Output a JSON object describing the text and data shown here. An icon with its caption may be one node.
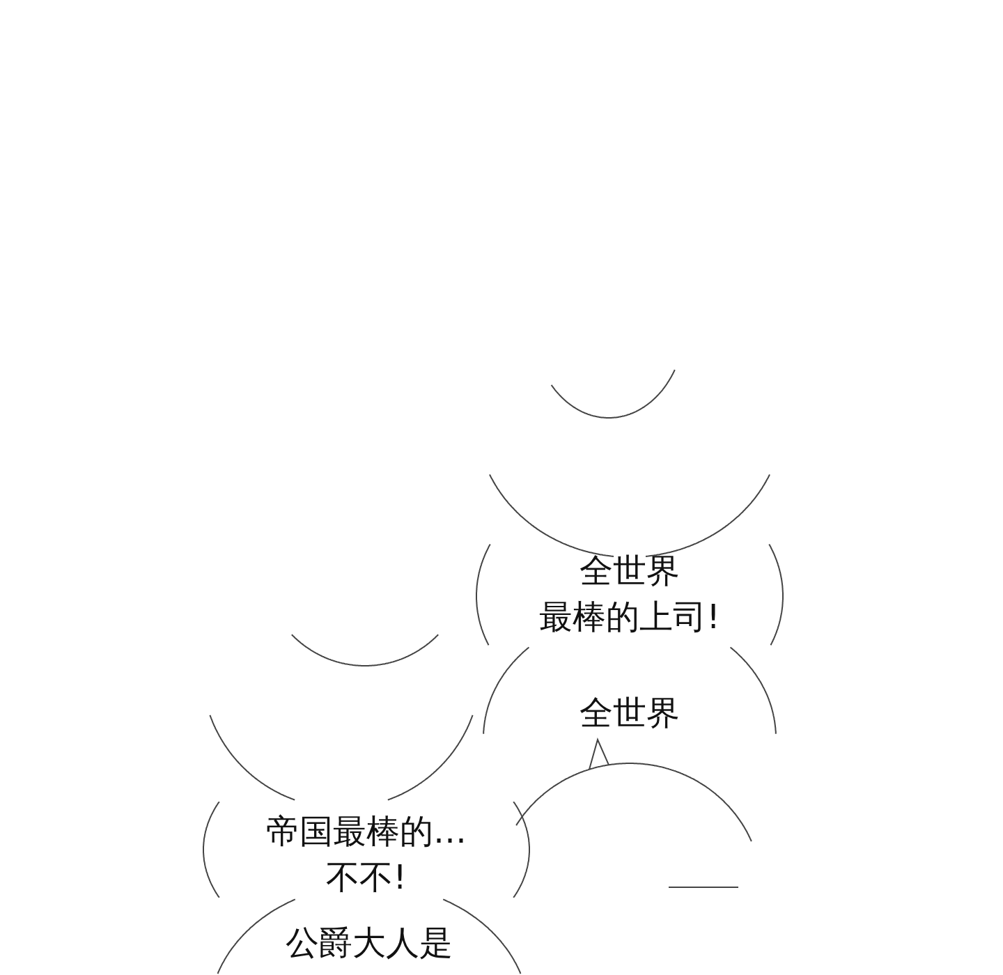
{
  "diagram": {
    "nodes": [
      {
        "text": [],
        "shape": "circle"
      },
      {
        "text": [],
        "shape": "circle"
      },
      {
        "text": [
          "全世界",
          "最棒的上司!"
        ]
      },
      {
        "text": [],
        "shape": "circle"
      },
      {
        "text": [],
        "shape": "circle"
      },
      {
        "text": [
          "全世界"
        ]
      },
      {
        "text": [],
        "shape": "circle"
      },
      {
        "text": [
          "帝国最棒的…",
          "不不!"
        ]
      },
      {
        "text": [
          "公爵大人是"
        ]
      }
    ]
  }
}
